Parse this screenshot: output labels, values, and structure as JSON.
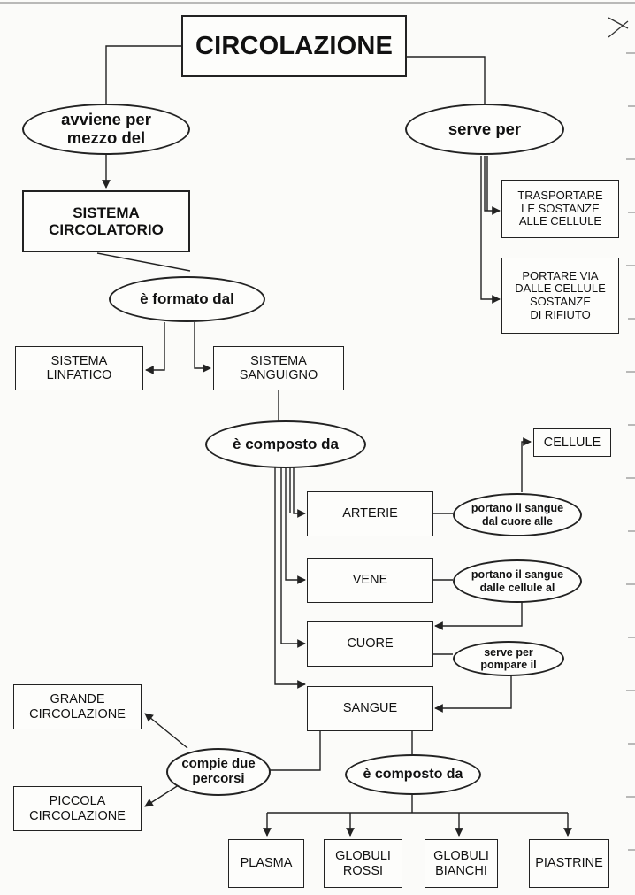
{
  "title": "CIRCOLAZIONE",
  "nodes": {
    "avviene_per_mezzo_del": "avviene per\nmezzo del",
    "serve_per": "serve per",
    "sistema_circolatorio": "SISTEMA\nCIRCOLATORIO",
    "trasportare": "TRASPORTARE\nLE SOSTANZE\nALLE CELLULE",
    "portare_via": "PORTARE VIA\nDALLE CELLULE\nSOSTANZE\nDI RIFIUTO",
    "e_formato_dal": "è formato dal",
    "sistema_linfatico": "SISTEMA\nLINFATICO",
    "sistema_sanguigno": "SISTEMA\nSANGUIGNO",
    "e_composto_da_1": "è composto da",
    "cellule": "CELLULE",
    "arterie": "ARTERIE",
    "portano_dal_cuore": "portano il sangue\ndal cuore alle",
    "vene": "VENE",
    "portano_dalle_cellule": "portano il sangue\ndalle cellule al",
    "cuore": "CUORE",
    "serve_per_pompare": "serve per\npompare il",
    "sangue": "SANGUE",
    "grande_circolazione": "GRANDE\nCIRCOLAZIONE",
    "compie_due_percorsi": "compie due\npercorsi",
    "piccola_circolazione": "PICCOLA\nCIRCOLAZIONE",
    "e_composto_da_2": "è composto da",
    "plasma": "PLASMA",
    "globuli_rossi": "GLOBULI\nROSSI",
    "globuli_bianchi": "GLOBULI\nBIANCHI",
    "piastrine": "PIASTRINE"
  },
  "colors": {
    "ink": "#222222",
    "paper": "#fbfbf9"
  }
}
